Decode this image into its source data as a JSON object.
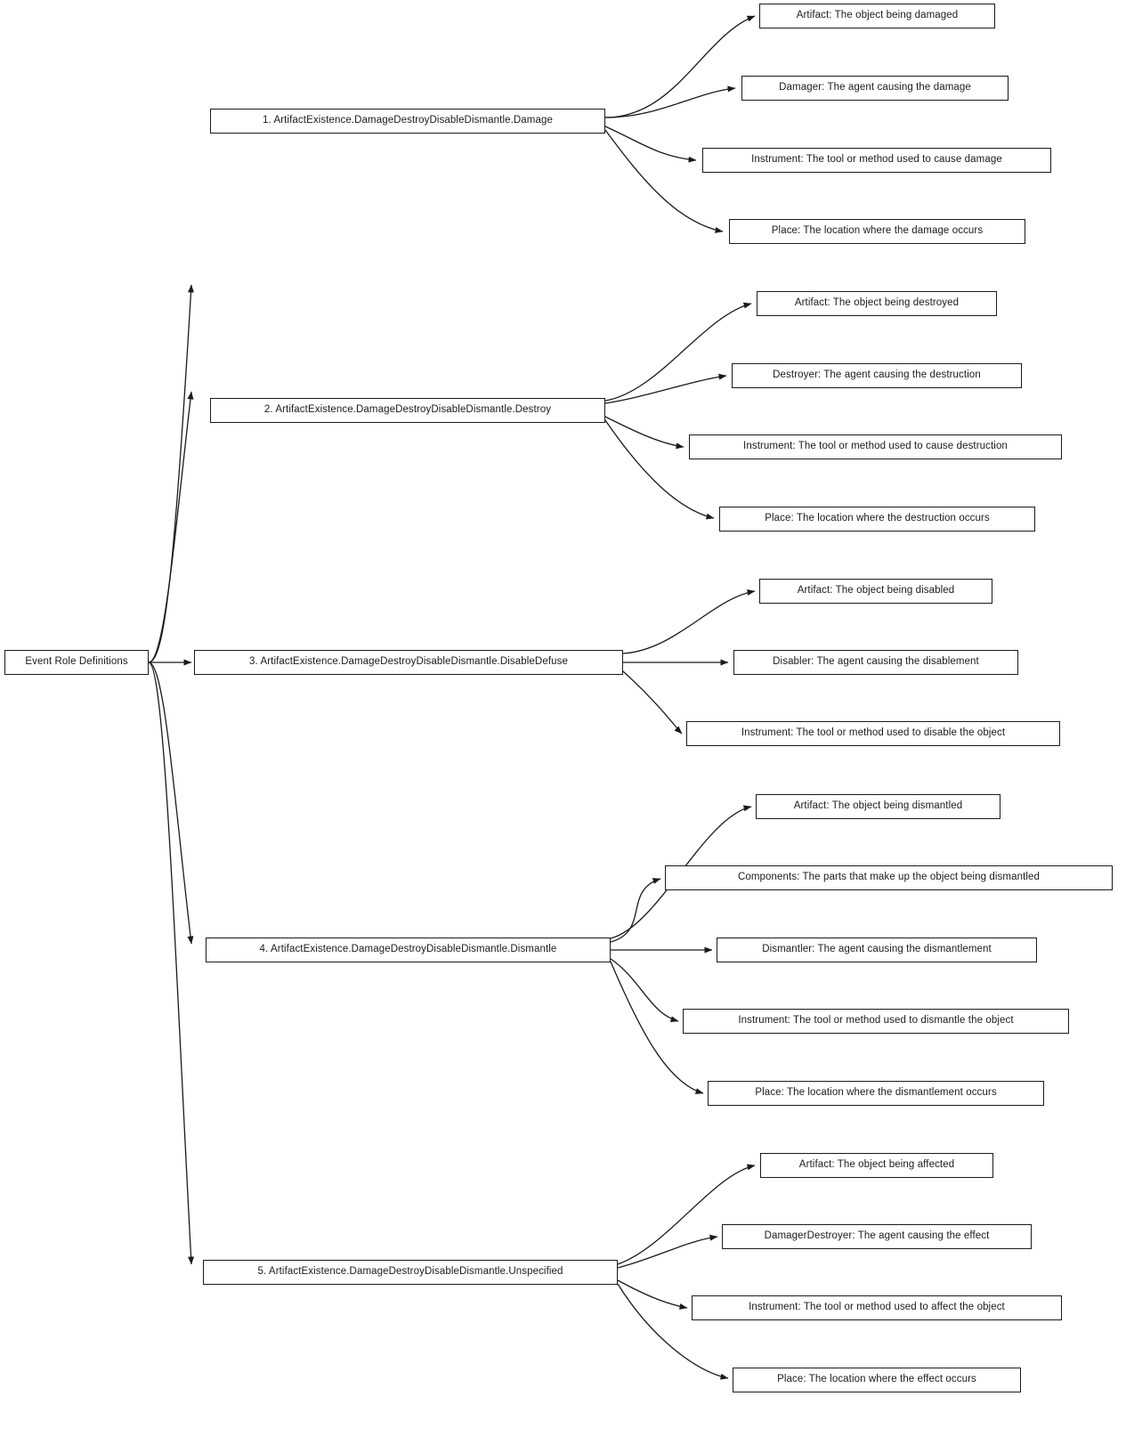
{
  "diagram": {
    "type": "tree-flowchart",
    "orientation": "left-to-right",
    "root": {
      "label": "Event Role Definitions"
    },
    "groups": [
      {
        "label": "1. ArtifactExistence.DamageDestroyDisableDismantle.Damage",
        "roles": [
          {
            "label": "Artifact: The object being damaged"
          },
          {
            "label": "Damager: The agent causing the damage"
          },
          {
            "label": "Instrument: The tool or method used to cause damage"
          },
          {
            "label": "Place: The location where the damage occurs"
          }
        ]
      },
      {
        "label": "2. ArtifactExistence.DamageDestroyDisableDismantle.Destroy",
        "roles": [
          {
            "label": "Artifact: The object being destroyed"
          },
          {
            "label": "Destroyer: The agent causing the destruction"
          },
          {
            "label": "Instrument: The tool or method used to cause destruction"
          },
          {
            "label": "Place: The location where the destruction occurs"
          }
        ]
      },
      {
        "label": "3. ArtifactExistence.DamageDestroyDisableDismantle.DisableDefuse",
        "roles": [
          {
            "label": "Artifact: The object being disabled"
          },
          {
            "label": "Disabler: The agent causing the disablement"
          },
          {
            "label": "Instrument: The tool or method used to disable the object"
          }
        ]
      },
      {
        "label": "4. ArtifactExistence.DamageDestroyDisableDismantle.Dismantle",
        "roles": [
          {
            "label": "Artifact: The object being dismantled"
          },
          {
            "label": "Components: The parts that make up the object being dismantled"
          },
          {
            "label": "Dismantler: The agent causing the dismantlement"
          },
          {
            "label": "Instrument: The tool or method used to dismantle the object"
          },
          {
            "label": "Place: The location where the dismantlement occurs"
          }
        ]
      },
      {
        "label": "5. ArtifactExistence.DamageDestroyDisableDismantle.Unspecified",
        "roles": [
          {
            "label": "Artifact: The object being affected"
          },
          {
            "label": "DamagerDestroyer: The agent causing the effect"
          },
          {
            "label": "Instrument: The tool or method used to affect the object"
          },
          {
            "label": "Place: The location where the effect occurs"
          }
        ]
      }
    ],
    "colors": {
      "stroke": "#1a1a1a",
      "fill": "#ffffff",
      "text": "#1a1a1a"
    }
  }
}
